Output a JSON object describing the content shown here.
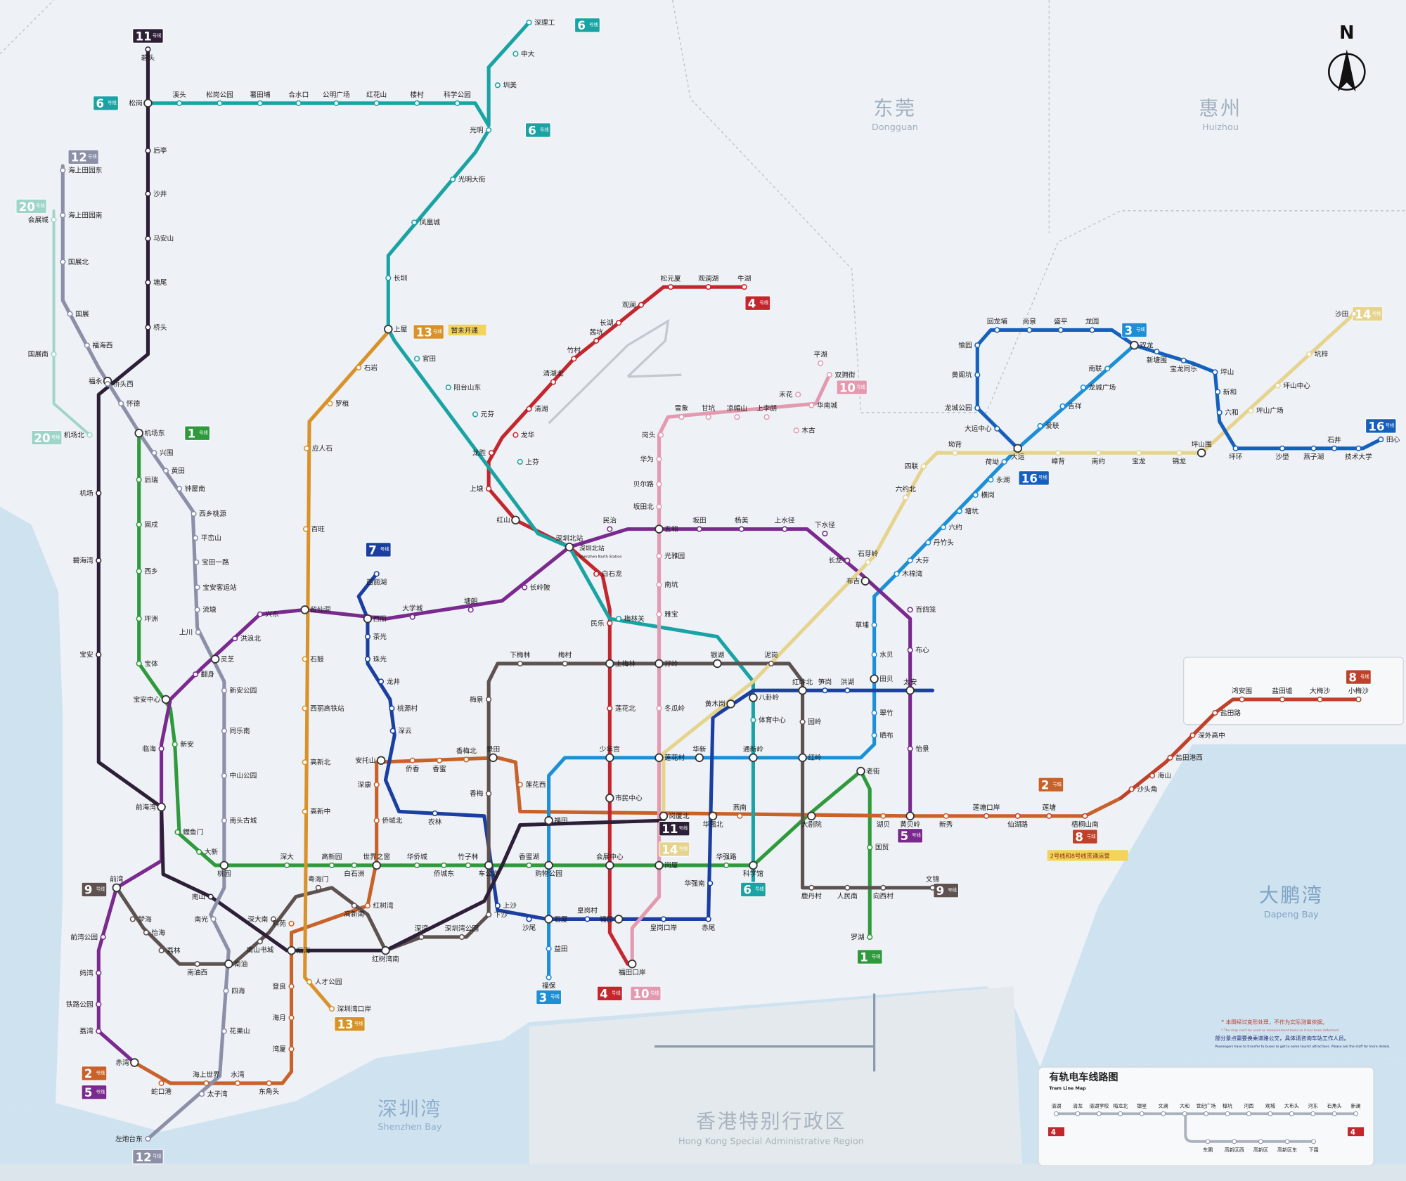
{
  "compass": "N",
  "regions": {
    "dongguan": {
      "zh": "东莞",
      "en": "Dongguan"
    },
    "huizhou": {
      "zh": "惠州",
      "en": "Huizhou"
    },
    "dapeng": {
      "zh": "大鹏湾",
      "en": "Dapeng Bay"
    },
    "shenzhen_bay": {
      "zh": "深圳湾",
      "en": "Shenzhen Bay"
    },
    "hongkong": {
      "zh": "香港特别行政区",
      "en": "Hong Kong Special Administrative Region"
    }
  },
  "badge_suffix": "号线",
  "annotations": {
    "not_open": "暂未开通",
    "through_service": "2号线和8号线贯通运营",
    "shenzhen_north": "深圳北站",
    "shenzhen_north_en": "Shenzhen North Station"
  },
  "notes": {
    "line1_zh": "* 本图经过变形处理，不作为实际测量依据。",
    "line1_en": "* The map can't be used as measurement basis as it has been deformed.",
    "line2_zh": "部分景点需要换乘道路公交，具体请咨询车站工作人员。",
    "line2_en": "Passengers have to transfer to buses to get to some tourist attractions. Please ask the staff for more details."
  },
  "tram": {
    "title": "有轨电车线路图",
    "title_en": "Tram Line Map",
    "main": [
      "清湖",
      "清龙",
      "清湖学校",
      "梅龙北",
      "银星",
      "文澜",
      "大和",
      "世纪广场",
      "樟坑",
      "河西",
      "观城",
      "大布头",
      "河东",
      "石角头",
      "新澜"
    ],
    "branch": [
      "东圃",
      "高新区西",
      "高新区",
      "高新区东",
      "下围"
    ],
    "transfer_badge": "4"
  },
  "colors": {
    "land": "#eef1f5",
    "water": "#cfe2f0",
    "hk": "#e4e9ee"
  },
  "lines": [
    {
      "id": "1",
      "color": "#2e9a3c",
      "stations": [
        "机场东",
        "后瑞",
        "固戍",
        "西乡",
        "坪洲",
        "宝体",
        "宝安中心",
        "新安",
        "前海湾",
        "鲤鱼门",
        "大新",
        "桃园",
        "深大",
        "高新园",
        "白石洲",
        "世界之窗",
        "华侨城",
        "侨城东",
        "竹子林",
        "车公庙",
        "香蜜湖",
        "购物公园",
        "会展中心",
        "岗厦",
        "华强路",
        "科学馆",
        "大剧院",
        "老街",
        "国贸",
        "罗湖"
      ]
    },
    {
      "id": "2",
      "color": "#c8622a",
      "stations": [
        "赤湾",
        "蛇口港",
        "海上世界",
        "水湾",
        "东角头",
        "湾厦",
        "海月",
        "登良",
        "后海",
        "科苑",
        "红树湾",
        "世界之窗",
        "侨城北",
        "深康",
        "安托山",
        "侨香",
        "香蜜",
        "香梅北",
        "景田",
        "莲花西",
        "福田",
        "市民中心",
        "岗厦北",
        "华强北",
        "燕南",
        "大剧院",
        "湖贝",
        "黄贝岭",
        "新秀"
      ]
    },
    {
      "id": "8",
      "color": "#c0412a",
      "stations": [
        "莲塘口岸",
        "仙湖路",
        "莲塘",
        "梧桐山南",
        "沙头角",
        "海山",
        "盐田港西",
        "深外高中",
        "盐田路",
        "鸿安围",
        "盐田墟",
        "大梅沙",
        "小梅沙"
      ]
    },
    {
      "id": "3",
      "color": "#1d8fd6",
      "stations": [
        "福保",
        "益田",
        "石厦",
        "购物公园",
        "福田",
        "少年宫",
        "莲花村",
        "华新",
        "通新岭",
        "红岭",
        "老街",
        "晒布",
        "翠竹",
        "田贝",
        "水贝",
        "草埔",
        "布吉",
        "木棉湾",
        "大芬",
        "丹竹头",
        "六约",
        "塘坑",
        "横岗",
        "永湖",
        "荷坳",
        "大运",
        "爱联",
        "吉祥",
        "龙城广场",
        "南联",
        "双龙"
      ]
    },
    {
      "id": "4",
      "color": "#c4262e",
      "stations": [
        "牛湖",
        "观澜湖",
        "松元厦",
        "观澜",
        "长湖",
        "茜坑",
        "竹村",
        "清湖北",
        "清湖",
        "龙华",
        "龙胜",
        "上塘",
        "红山",
        "深圳北站",
        "白石龙",
        "民乐",
        "上梅林",
        "莲花北",
        "少年宫",
        "市民中心",
        "会展中心",
        "福民",
        "福田口岸"
      ]
    },
    {
      "id": "5",
      "color": "#7a2a8e",
      "stations": [
        "赤湾",
        "荔湾",
        "铁路公园",
        "妈湾",
        "前湾公园",
        "前湾",
        "前海湾",
        "临海",
        "宝安中心",
        "翻身",
        "灵芝",
        "洪浪北",
        "兴东",
        "留仙洞",
        "西丽",
        "大学城",
        "塘朗",
        "长岭陂",
        "深圳北站",
        "民治",
        "五和",
        "坂田",
        "杨美",
        "上水径",
        "下水径",
        "长龙",
        "布吉",
        "百鸽笼",
        "布心",
        "太安",
        "怡景",
        "黄贝岭"
      ]
    },
    {
      "id": "6",
      "color": "#1aa3a4",
      "stations": [
        "松岗",
        "溪头",
        "松岗公园",
        "薯田埔",
        "合水口",
        "公明广场",
        "红花山",
        "楼村",
        "科学公园",
        "光明",
        "深理工",
        "中大",
        "圳美",
        "光明大街",
        "凤凰城",
        "长圳",
        "上屋",
        "官田",
        "阳台山东",
        "元芬",
        "上芬",
        "红山",
        "深圳北站",
        "梅林关",
        "银湖",
        "八卦岭",
        "体育中心",
        "通新岭",
        "科学馆"
      ]
    },
    {
      "id": "7",
      "color": "#1a3fa0",
      "stations": [
        "西丽湖",
        "西丽",
        "茶光",
        "珠光",
        "龙井",
        "桃源村",
        "深云",
        "安托山",
        "农林",
        "车公庙",
        "上沙",
        "沙尾",
        "石厦",
        "皇岗村",
        "福民",
        "皇岗口岸",
        "赤尾",
        "华强南",
        "华强北",
        "华新",
        "黄木岗",
        "八卦岭",
        "红岭北",
        "笋岗",
        "洪湖",
        "田贝",
        "太安"
      ]
    },
    {
      "id": "9",
      "color": "#5e5250",
      "stations": [
        "前湾",
        "梦海",
        "怡海",
        "荔林",
        "南油西",
        "南油",
        "南山书城",
        "深大南",
        "粤海门",
        "高新南",
        "红树湾南",
        "深湾",
        "深圳湾公园",
        "下沙",
        "车公庙",
        "香梅",
        "景田",
        "梅景",
        "下梅林",
        "梅村",
        "上梅林",
        "孖岭",
        "银湖",
        "泥岗",
        "红岭北",
        "园岭",
        "红岭",
        "鹿丹村",
        "人民南",
        "向西村",
        "文锦"
      ]
    },
    {
      "id": "10",
      "color": "#e39ab0",
      "stations": [
        "双拥街",
        "平湖",
        "禾花",
        "华南城",
        "木古",
        "上李朗",
        "凉帽山",
        "甘坑",
        "雪象",
        "岗头",
        "华为",
        "贝尔路",
        "坂田北",
        "五和",
        "光雅园",
        "南坑",
        "雅宝",
        "孖岭",
        "冬瓜岭",
        "莲花村",
        "岗厦",
        "福民",
        "福田口岸"
      ]
    },
    {
      "id": "11",
      "color": "#2e1f38",
      "stations": [
        "碧头",
        "松岗",
        "后亭",
        "沙井",
        "马安山",
        "塘尾",
        "桥头",
        "福永",
        "机场",
        "碧海湾",
        "宝安",
        "前海湾",
        "南山",
        "后海",
        "红树湾南",
        "车公庙",
        "福田",
        "岗厦北"
      ]
    },
    {
      "id": "12",
      "color": "#8b8fa8",
      "stations": [
        "左炮台东",
        "太子湾",
        "花果山",
        "四海",
        "南油",
        "南光",
        "桃园",
        "南头古城",
        "中山公园",
        "同乐南",
        "新安公园",
        "灵芝",
        "上川",
        "流塘",
        "宝安客运站",
        "宝田一路",
        "平峦山",
        "西乡桃源",
        "钟屋南",
        "黄田",
        "兴围",
        "机场东",
        "怀德",
        "福永",
        "桥头西",
        "福海西",
        "国展",
        "国展北",
        "海上田园南",
        "海上田园东"
      ]
    },
    {
      "id": "13",
      "color": "#d9922a",
      "stations": [
        "深圳湾口岸",
        "人才公园",
        "后海",
        "高新中",
        "高新北",
        "西丽高铁站",
        "石鼓",
        "留仙洞",
        "百旺",
        "应人石",
        "罗租",
        "石岩",
        "上屋"
      ]
    },
    {
      "id": "14",
      "color": "#e6d48e",
      "stations": [
        "岗厦北",
        "黄木岗",
        "布吉",
        "石芽岭",
        "六约北",
        "四联",
        "坳背",
        "大运",
        "嶂背",
        "南约",
        "宝龙",
        "锦龙",
        "坪山围",
        "坪山广场",
        "坪山中心",
        "坑梓",
        "沙田"
      ]
    },
    {
      "id": "16",
      "color": "#1560bd",
      "stations": [
        "大运",
        "大运中心",
        "龙城公园",
        "黄阁坑",
        "愉园",
        "回龙埔",
        "尚景",
        "盛平",
        "龙园",
        "双龙",
        "新塘围",
        "宝龙同乐",
        "坪山",
        "新和",
        "六和",
        "坪山围",
        "坪环",
        "沙壆",
        "燕子湖",
        "石井",
        "技术大学",
        "田心"
      ]
    },
    {
      "id": "20",
      "color": "#9fd4cb",
      "stations": [
        "机场北",
        "国展南",
        "会展城"
      ]
    }
  ],
  "badges": [
    "11",
    "6",
    "6",
    "6",
    "12",
    "20",
    "20",
    "1",
    "13",
    "7",
    "4",
    "10",
    "3",
    "3",
    "16",
    "16",
    "14",
    "14",
    "11",
    "8",
    "8",
    "2",
    "2",
    "5",
    "5",
    "9",
    "9",
    "6",
    "13",
    "12",
    "4",
    "10",
    "1"
  ]
}
